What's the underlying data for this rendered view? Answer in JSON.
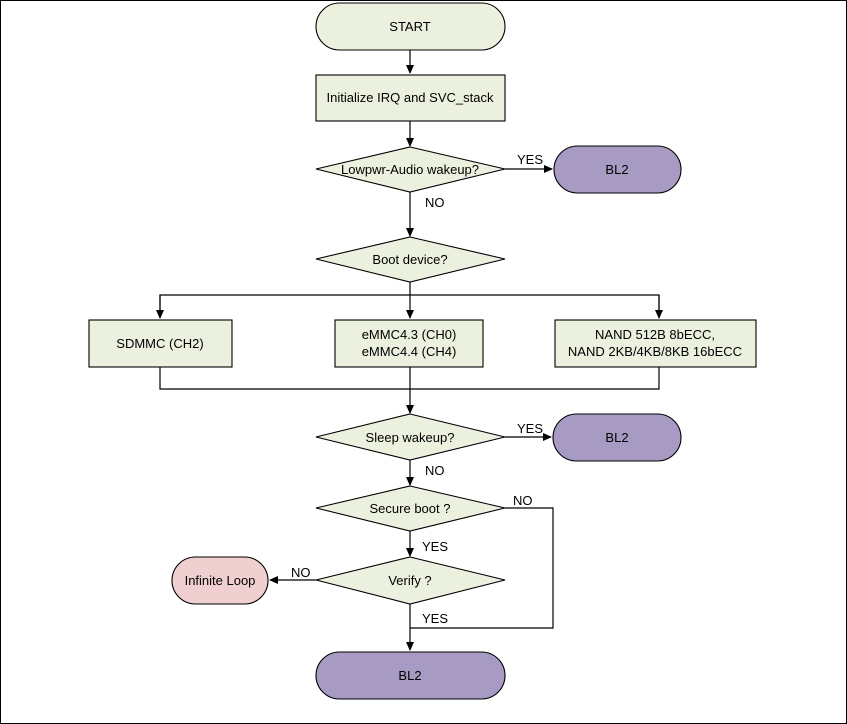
{
  "colors": {
    "process_fill": "#ebf1de",
    "terminal_fill": "#a89bc3",
    "error_fill": "#f0cfd0",
    "stroke": "#000000"
  },
  "nodes": {
    "start": "START",
    "init": "Initialize IRQ and SVC_stack",
    "lowpwr": "Lowpwr-Audio wakeup?",
    "bl2_a": "BL2",
    "boot_device": "Boot device?",
    "sdmmc": "SDMMC (CH2)",
    "emmc_l1": "eMMC4.3 (CH0)",
    "emmc_l2": "eMMC4.4 (CH4)",
    "nand_l1": "NAND 512B 8bECC,",
    "nand_l2": "NAND 2KB/4KB/8KB 16bECC",
    "sleep": "Sleep wakeup?",
    "bl2_b": "BL2",
    "secure": "Secure boot ?",
    "verify": "Verify ?",
    "infinite": "Infinite Loop",
    "bl2_final": "BL2"
  },
  "edges": {
    "lowpwr_yes": "YES",
    "lowpwr_no": "NO",
    "sleep_yes": "YES",
    "sleep_no": "NO",
    "secure_yes": "YES",
    "secure_no": "NO",
    "verify_no": "NO",
    "verify_yes": "YES"
  }
}
